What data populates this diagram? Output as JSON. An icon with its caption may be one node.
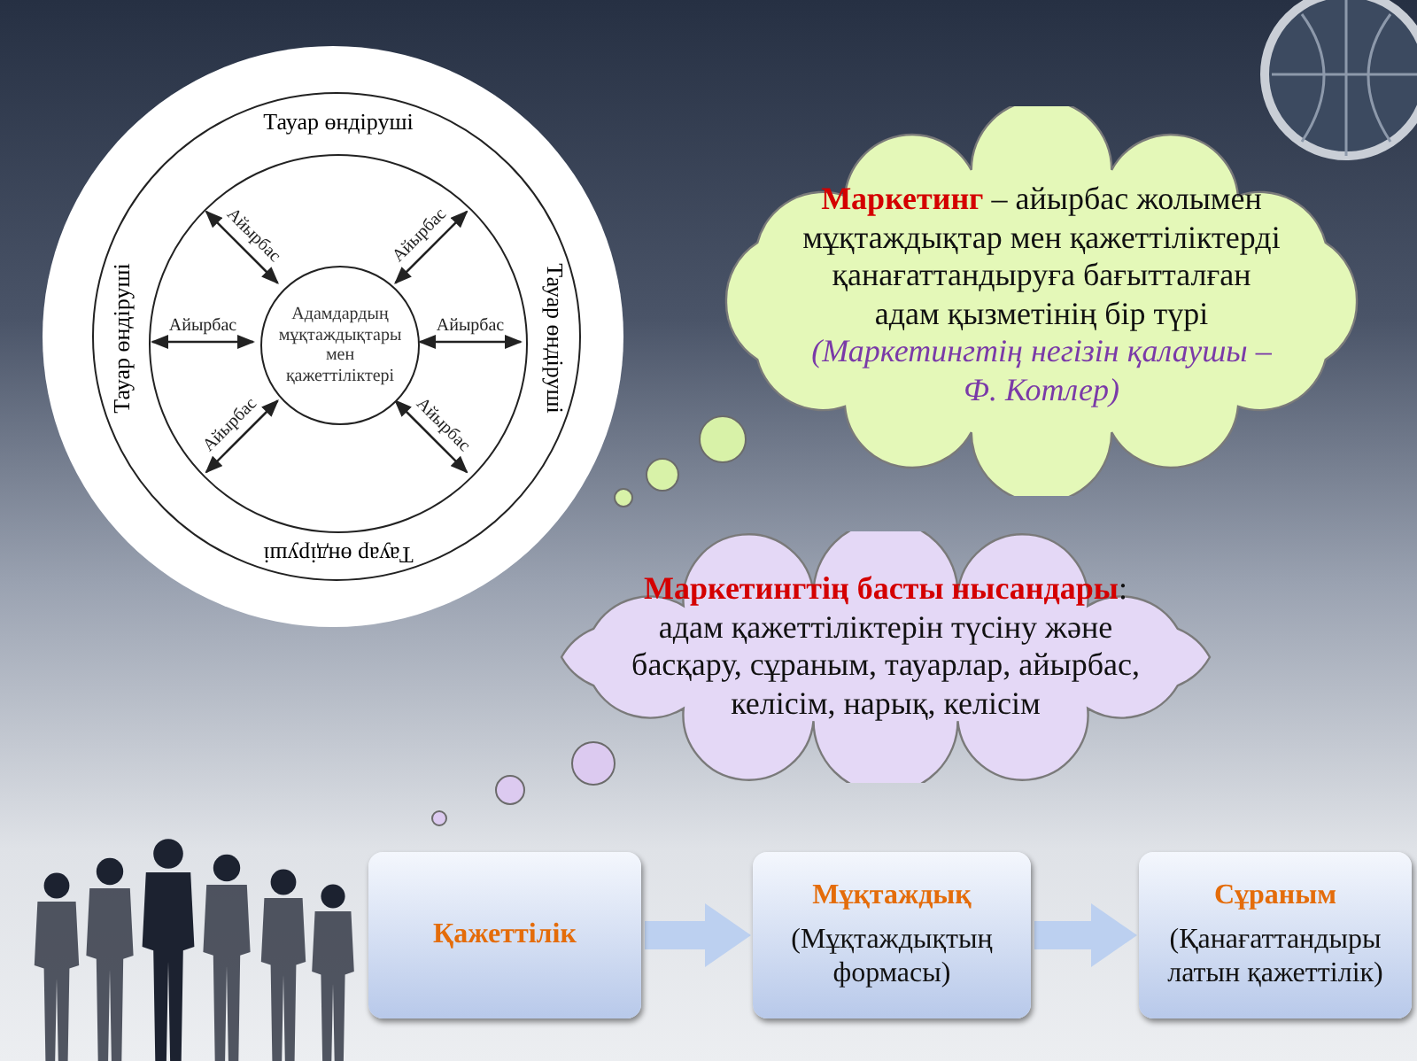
{
  "diagram": {
    "nodes": [
      {
        "text": [
          "Тауар өндіруші",
          "Тауар өндіруші",
          "Тауар өндіруші",
          "Тауар өндіруші"
        ]
      },
      {
        "text": [],
        "shape": "circle",
        "in": 0
      },
      {
        "text": [
          "Адамдардың мұқтаждықтары мен қажеттіліктері"
        ],
        "in": 1
      },
      {
        "text": [
          "**Маркетинг** – айырбас жолымен мұқтаждықтар мен қажеттіліктерді қанағаттандыруға бағытталған адам қызметінің бір түрі *(Маркетингтің негізін қалаушы – Ф. Котлер)*"
        ]
      },
      {
        "text": [
          "**Маркетингтің басты нысандары**: адам қажеттіліктерін түсіну және басқару, сұраным, тауарлар, айырбас, келісім, нарық, келісім"
        ]
      },
      {
        "text": [
          "Қажеттілік"
        ]
      },
      {
        "text": [
          "Мұқтаждық",
          "(Мұқтаждықтың формасы)"
        ]
      },
      {
        "text": [
          "Сұраным",
          "(Қанағаттандыры латын қажеттілік)"
        ]
      }
    ],
    "edges": [
      {
        "from": 2,
        "to": 1,
        "arrow": "both",
        "label": "Айырбас"
      },
      {
        "from": 2,
        "to": 1,
        "arrow": "both",
        "label": "Айырбас"
      },
      {
        "from": 2,
        "to": 1,
        "arrow": "both",
        "label": "Айырбас"
      },
      {
        "from": 2,
        "to": 1,
        "arrow": "both",
        "label": "Айырбас"
      },
      {
        "from": 2,
        "to": 1,
        "arrow": "both",
        "label": "Айырбас"
      },
      {
        "from": 2,
        "to": 1,
        "arrow": "both",
        "label": "Айырбас"
      },
      {
        "from": 5,
        "to": 6,
        "arrow": "to",
        "style": "thick",
        "color": "#bcd0f0"
      },
      {
        "from": 6,
        "to": 7,
        "arrow": "to",
        "style": "thick",
        "color": "#bcd0f0"
      }
    ]
  }
}
